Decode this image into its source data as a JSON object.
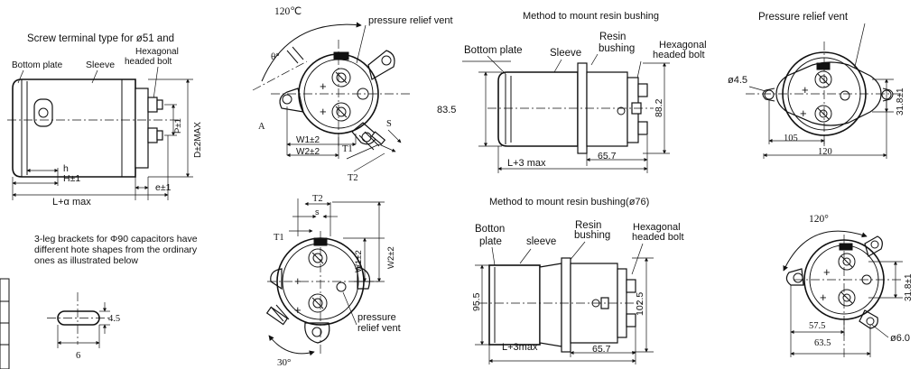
{
  "labels": {
    "screw_title_line1": "Screw terminal type for ø51 and",
    "bottom_plate": "Bottom plate",
    "sleeve": "Sleeve",
    "hex_line1": "Hexagonal",
    "hex_line2": "headed bolt",
    "p_dim": "P±1",
    "d_dim": "D±2MAX",
    "h_dim": "h",
    "H_dim": "H±1",
    "e_dim": "e±1",
    "L_dim": "L+α max",
    "bracket_line1": "3-leg brackets for Φ90 capacitors have",
    "bracket_line2": "different hote shapes from the ordinary",
    "bracket_line3": "ones as illustrated below",
    "slot_45": "4.5",
    "slot_6": "6",
    "angle_120c": "120℃",
    "pressure_relief_vent": "pressure relief vent",
    "theta": "θ°",
    "point_A": "A",
    "w1": "W1±2",
    "w2": "W2±2",
    "t1": "T1",
    "t2": "T2",
    "s": "S",
    "mid_T2": "T2",
    "mid_s": "s",
    "mid_T1": "T1",
    "mid_w1": "W1±2",
    "mid_w2": "W2±2",
    "pressure_line1": "pressure",
    "relief_vent": "relief vent",
    "angle_30": "30°",
    "resin_method": "Method to mount resin bushing",
    "resin_bottom_plate": "Bottom plate",
    "resin_sleeve": "Sleeve",
    "resin_line1": "Resin",
    "resin_line2": "bushing",
    "resin_hex1": "Hexagonal",
    "resin_hex2": "headed bolt",
    "dim_83_5": "83.5",
    "dim_88_2": "88.2",
    "dim_65_7": "65.7",
    "dim_L3": "L+3 max",
    "resin_method_76": "Method to mount resin bushing(ø76)",
    "botton": "Botton",
    "plate": "plate",
    "sleeve_lc": "sleeve",
    "resin2_line1": "Resin",
    "resin2_line2": "bushing",
    "hex2_line1": "Hexagonal",
    "hex2_line2": "headed bolt",
    "dim_95_5": "95.5",
    "dim_102_5": "102.5",
    "dim_65_7b": "65.7",
    "dim_L3b": "L+3max",
    "pressure_relief_vent_title": "Pressure  relief vent",
    "phi_45": "ø4.5",
    "dim_31_8": "31.8±1",
    "dim_105": "105",
    "dim_120": "120",
    "angle_120o": "120°",
    "dim_31_8b": "31.8±1",
    "dim_57_5": "57.5",
    "dim_63_5": "63.5",
    "phi_60": "ø6.0"
  }
}
